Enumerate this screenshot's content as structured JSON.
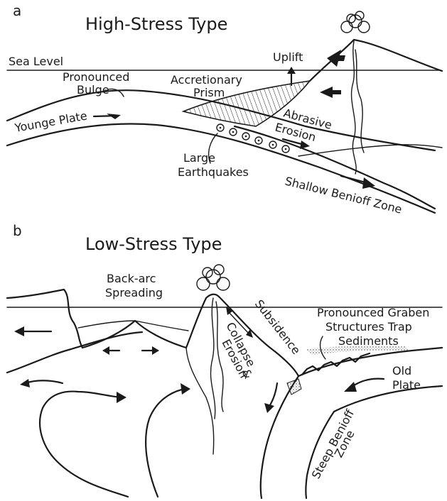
{
  "panel_a": {
    "letter": "a",
    "title": "High-Stress Type",
    "labels": {
      "sea_level": "Sea Level",
      "uplift": "Uplift",
      "pronounced": "Pronounced",
      "bulge": "Bulge",
      "accretionary": "Accretionary",
      "prism": "Prism",
      "younge_plate": "Younge Plate",
      "abrasive": "Abrasive",
      "erosion": "Erosion",
      "large": "Large",
      "earthquakes": "Earthquakes",
      "shallow_benioff_zone": "Shallow Benioff Zone"
    }
  },
  "panel_b": {
    "letter": "b",
    "title": "Low-Stress Type",
    "labels": {
      "back_arc": "Back-arc",
      "spreading": "Spreading",
      "subsidence": "Subsidence",
      "collapse": "Collapse",
      "and": "&",
      "erosion": "Erosion",
      "pronounced_graben": "Pronounced Graben",
      "structures_trap": "Structures Trap",
      "sediments": "Sediments",
      "old": "Old",
      "plate": "Plate",
      "steep_benioff": "Steep Benioff",
      "zone": "Zone"
    }
  }
}
